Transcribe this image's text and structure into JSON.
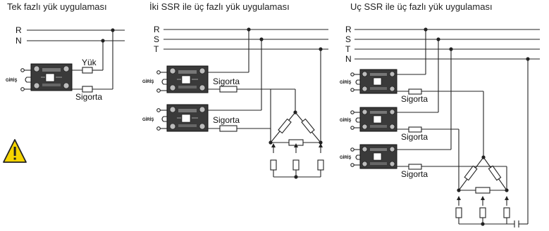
{
  "titles": {
    "single": "Tek fazlı yük uygulaması",
    "two_ssr": "İki SSR ile üç fazlı yük uygulaması",
    "three_ssr": "Uç SSR ile üç fazlı yük uygulaması"
  },
  "labels": {
    "R": "R",
    "N": "N",
    "S": "S",
    "T": "T",
    "load": "Yük",
    "fuse": "Sigorta",
    "input": "GİRİŞ"
  },
  "icons": {
    "warning": "warning-triangle-icon",
    "ssr": "solid-state-relay-icon"
  },
  "colors": {
    "warning_fill": "#f5d400",
    "relay_body": "#3a3a3a",
    "wire": "#222222"
  }
}
